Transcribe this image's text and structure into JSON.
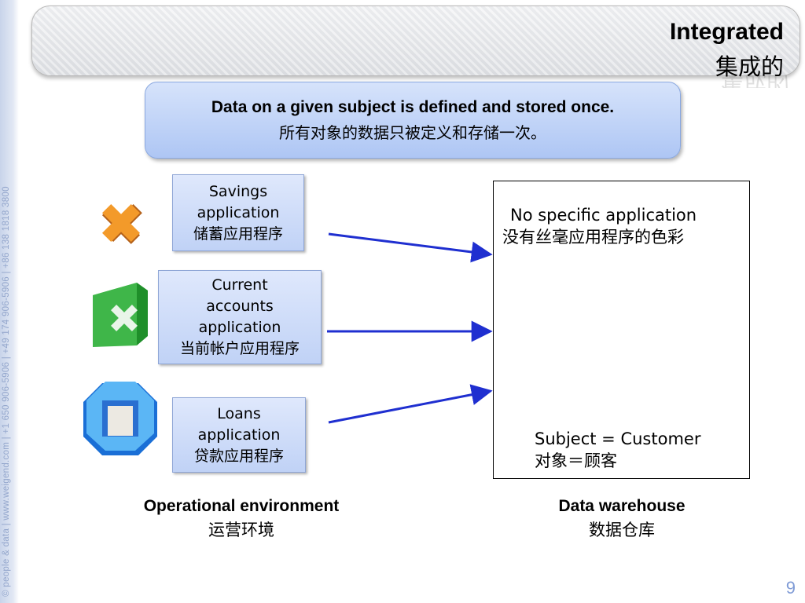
{
  "side_credit": "© people & data | www.weigend.com | +1 650 906-5906 | +49 174 906-5906 | +86 138 1818 3800",
  "title": {
    "en": "Integrated",
    "zh": "集成的"
  },
  "callout": {
    "en": "Data on a given subject is defined and stored once.",
    "zh": "所有对象的数据只被定义和存储一次。"
  },
  "apps": [
    {
      "lines": [
        "Savings",
        "application",
        "储蓄应用程序"
      ]
    },
    {
      "lines": [
        "Current",
        "accounts",
        "application",
        "当前帐户应用程序"
      ]
    },
    {
      "lines": [
        "Loans",
        "application",
        "贷款应用程序"
      ]
    }
  ],
  "warehouse": {
    "top_note": [
      "No specific application",
      "没有丝毫应用程序的色彩"
    ],
    "bottom_note": [
      "Subject = Customer",
      "对象＝顾客"
    ]
  },
  "labels": {
    "operational": {
      "en": "Operational environment",
      "zh": "运营环境"
    },
    "warehouse": {
      "en": "Data warehouse",
      "zh": "数据仓库"
    }
  },
  "page_number": "9",
  "colors": {
    "accent_blue": "#1f2fd0",
    "box_fill": "#c0d2f6",
    "orange": "#f39a2a",
    "green": "#44c24a",
    "cyan": "#4aa8f2"
  }
}
